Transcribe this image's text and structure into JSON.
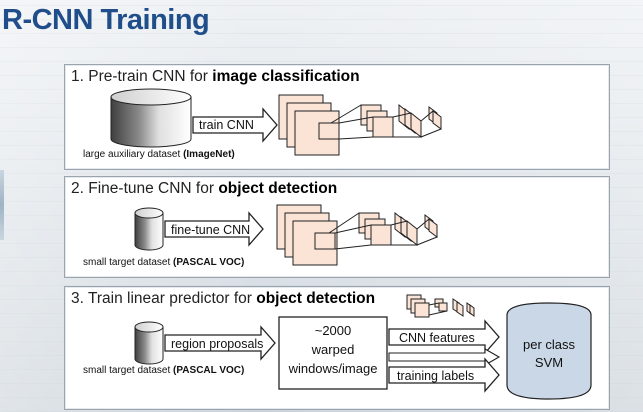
{
  "title": "R-CNN Training",
  "steps": [
    {
      "num": "1.",
      "prefix": "Pre-train CNN for",
      "bold": "image classification",
      "arrow_label": "train CNN",
      "dataset_prefix": "large auxiliary dataset",
      "dataset_bold": "(ImageNet)"
    },
    {
      "num": "2.",
      "prefix": "Fine-tune CNN for",
      "bold": "object detection",
      "arrow_label": "fine-tune CNN",
      "dataset_prefix": "small target dataset",
      "dataset_bold": "(PASCAL VOC)"
    },
    {
      "num": "3.",
      "prefix": "Train linear predictor for",
      "bold": "object detection",
      "arrow_label": "region proposals",
      "dataset_prefix": "small target dataset",
      "dataset_bold": "(PASCAL VOC)",
      "box_lines": [
        "~2000",
        "warped",
        "windows/image"
      ],
      "feature_label": "CNN features",
      "labels_label": "training labels",
      "svm_lines": [
        "per class",
        "SVM"
      ]
    }
  ],
  "colors": {
    "title": "#1f4e8a",
    "layer_fill": "#fbe3d6",
    "layer_stroke": "#222222",
    "cylinder_dark": "#5a5a5a",
    "svm_fill": "#c9d7e6"
  }
}
